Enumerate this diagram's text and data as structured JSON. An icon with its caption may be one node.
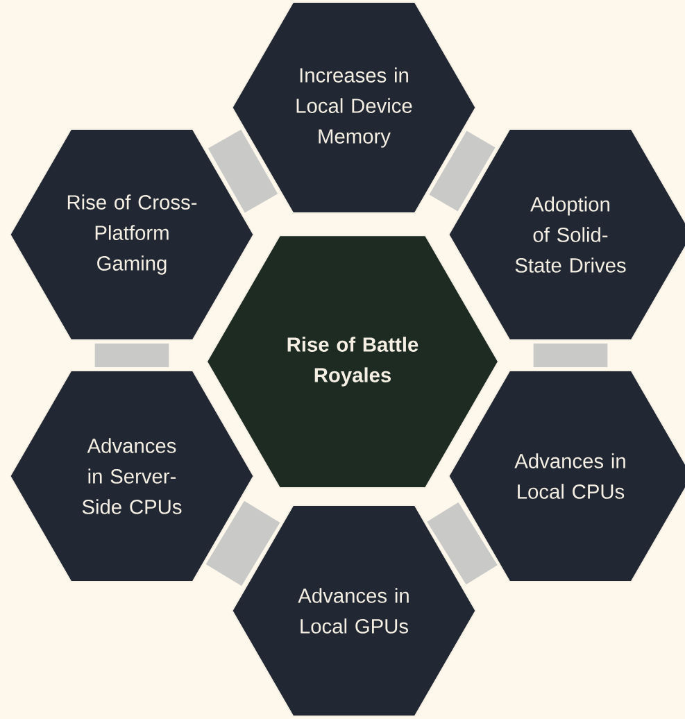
{
  "diagram": {
    "nodes": [
      {
        "text": [
          "Rise of Battle Royales"
        ]
      },
      {
        "text": [
          "Increases in Local Device Memory"
        ]
      },
      {
        "text": [
          "Adoption of Solid-State Drives"
        ]
      },
      {
        "text": [
          "Advances in Local CPUs"
        ]
      },
      {
        "text": [
          "Advances in Local GPUs"
        ]
      },
      {
        "text": [
          "Advances in Server-Side CPUs"
        ]
      },
      {
        "text": [
          "Rise of Cross-Platform Gaming"
        ]
      }
    ],
    "edges": [
      {
        "from": 6,
        "to": 1,
        "arrow": "none"
      },
      {
        "from": 1,
        "to": 2,
        "arrow": "none"
      },
      {
        "from": 2,
        "to": 3,
        "arrow": "none"
      },
      {
        "from": 3,
        "to": 4,
        "arrow": "none"
      },
      {
        "from": 4,
        "to": 5,
        "arrow": "none"
      },
      {
        "from": 5,
        "to": 6,
        "arrow": "none"
      }
    ]
  }
}
